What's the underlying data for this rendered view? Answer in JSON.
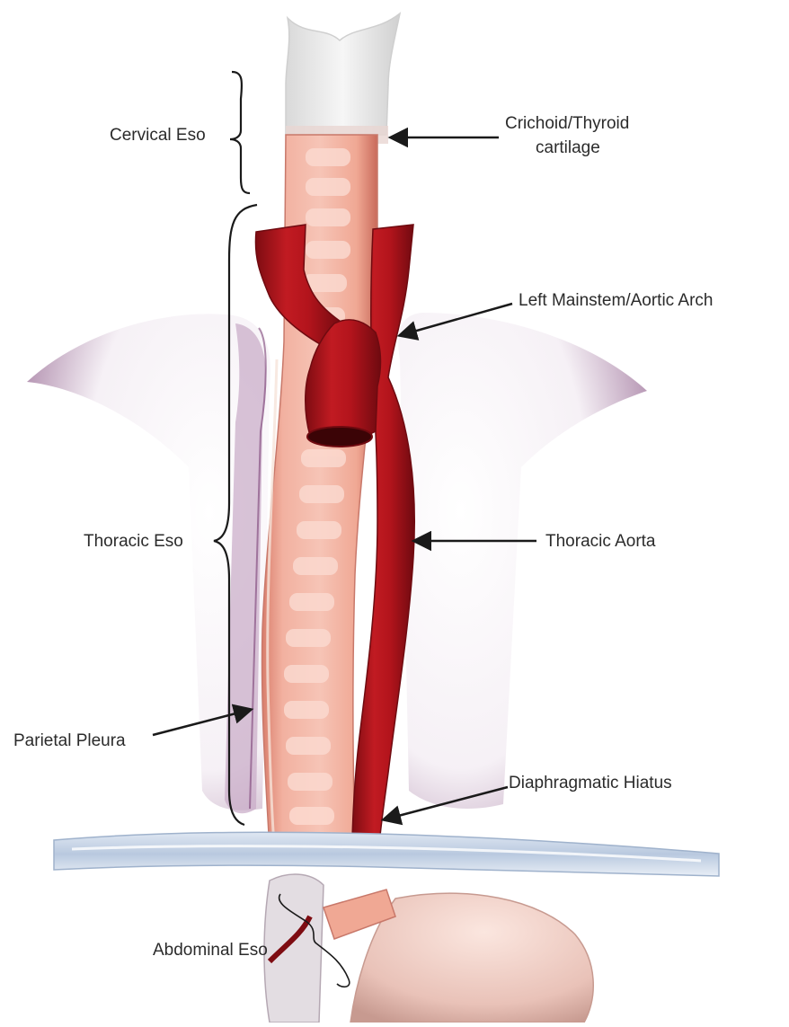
{
  "labels": {
    "cervical_eso": "Cervical Eso",
    "crichoid_line1": "Crichoid/Thyroid",
    "crichoid_line2": "cartilage",
    "left_mainstem": "Left Mainstem/Aortic Arch",
    "thoracic_eso": "Thoracic Eso",
    "thoracic_aorta": "Thoracic Aorta",
    "parietal_pleura": "Parietal Pleura",
    "diaphragmatic_hiatus": "Diaphragmatic Hiatus",
    "abdominal_eso": "Abdominal Eso"
  },
  "colors": {
    "aorta": "#b3141c",
    "aorta_dark": "#7e0c12",
    "esophagus": "#f0a894",
    "esophagus_light": "#fbd9cf",
    "pleura": "#7a3f75",
    "diaphragm": "#b9c9df",
    "cartilage": "#e6e6e6",
    "label_text": "#2b2b2b",
    "arrow": "#1a1a1a"
  }
}
